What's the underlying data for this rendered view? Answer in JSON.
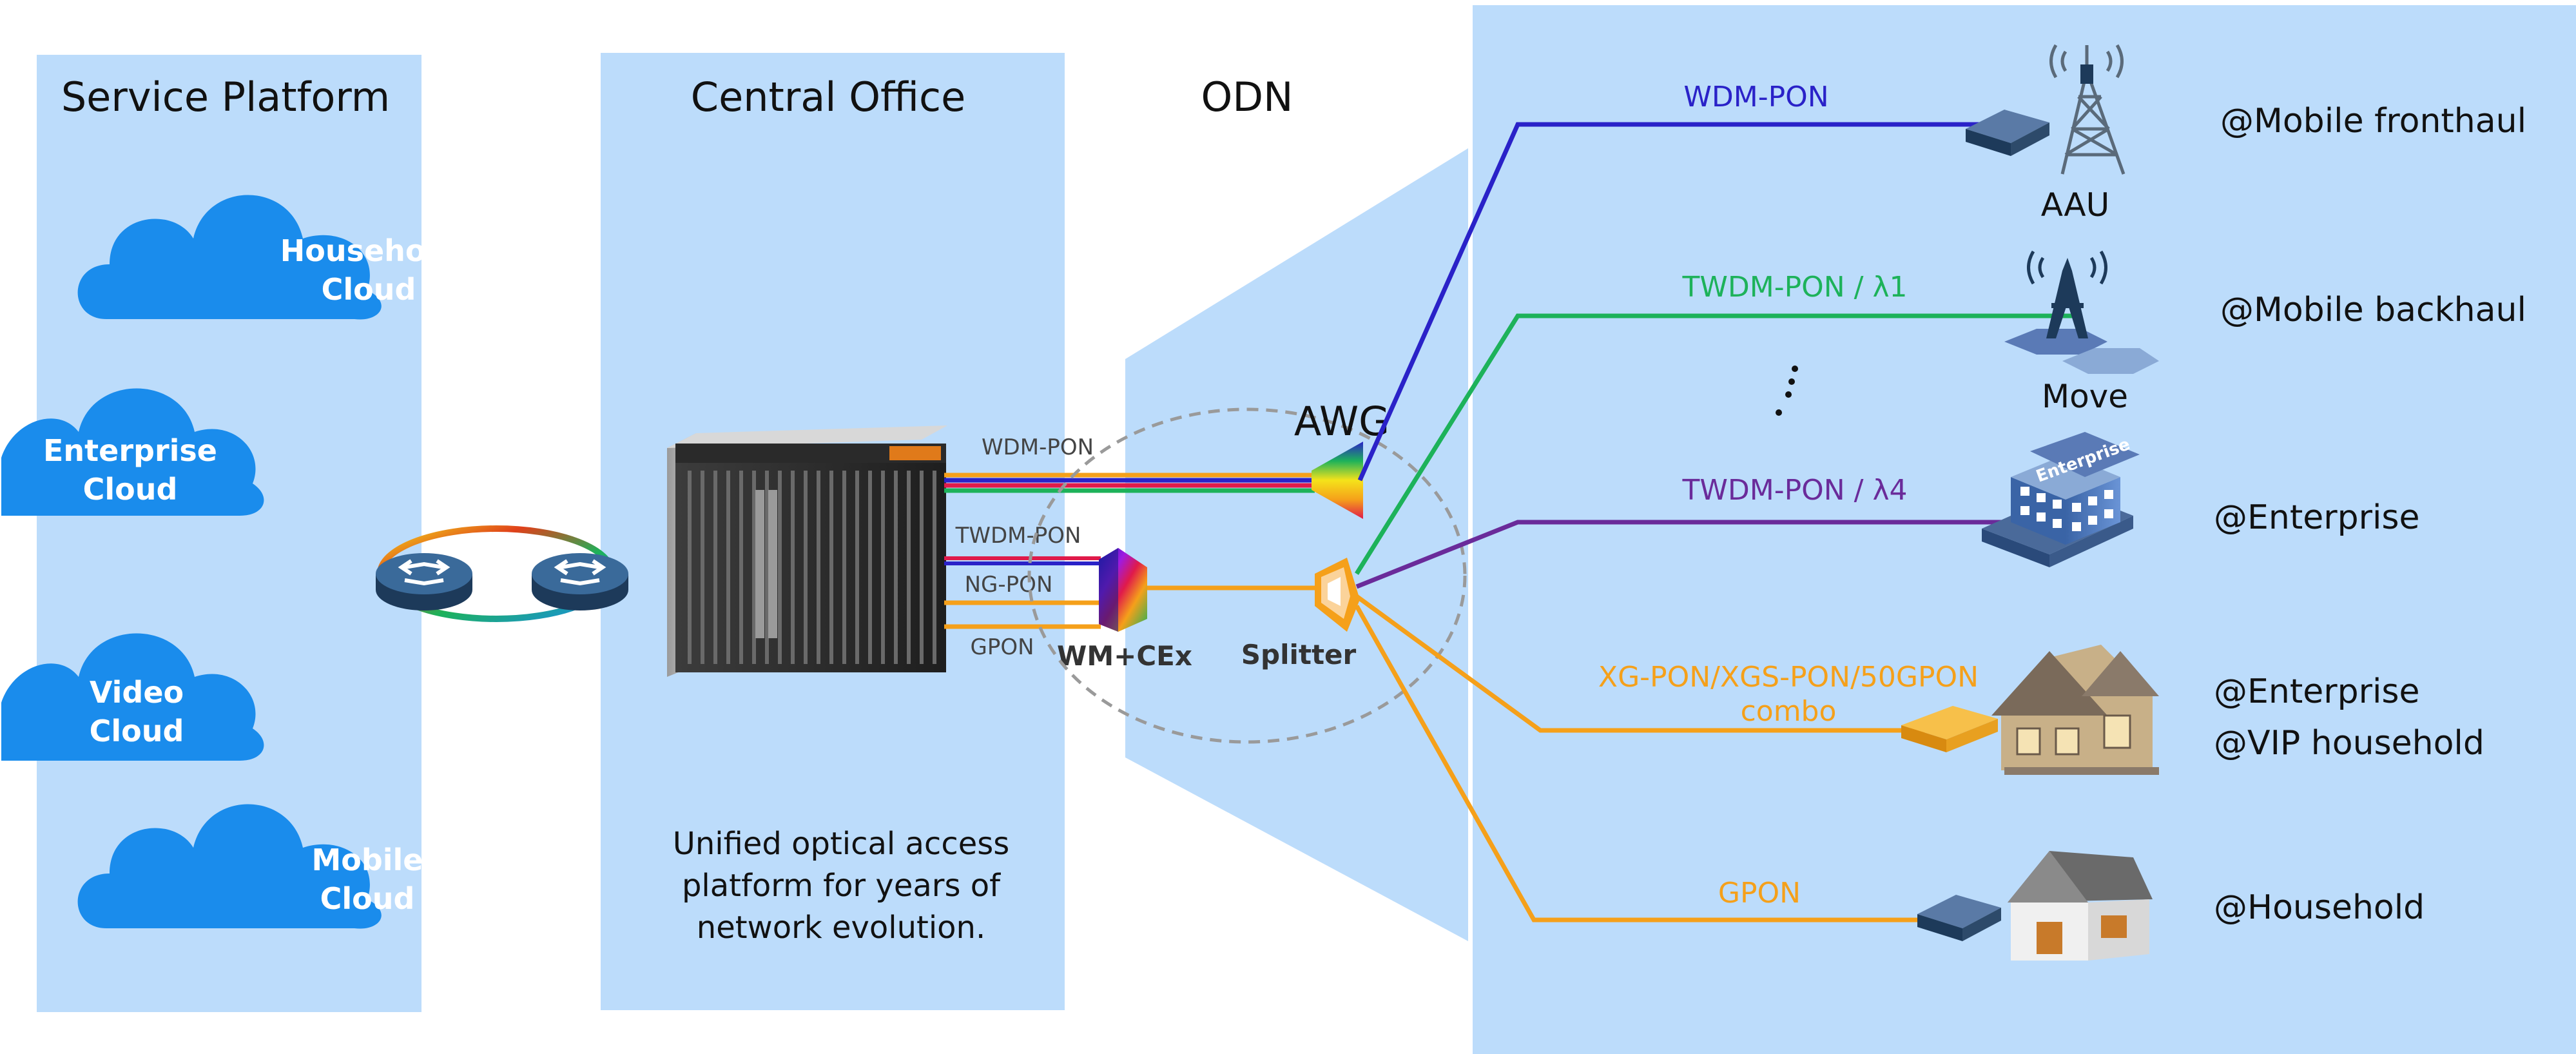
{
  "panels": {
    "service_platform": "Service Platform",
    "central_office": "Central Office",
    "odn": "ODN"
  },
  "clouds": [
    {
      "line1": "Household",
      "line2": "Cloud"
    },
    {
      "line1": "Enterprise",
      "line2": "Cloud"
    },
    {
      "line1": "Video",
      "line2": "Cloud"
    },
    {
      "line1": "Mobile",
      "line2": "Cloud"
    }
  ],
  "olt_ports": {
    "wdm": "WDM-PON",
    "twdm": "TWDM-PON",
    "ng": "NG-PON",
    "gpon": "GPON"
  },
  "odn_components": {
    "awg": "AWG",
    "wm_cex": "WM+CEx",
    "splitter": "Splitter"
  },
  "central_office_desc": [
    "Unified optical access",
    "platform for years of",
    "network evolution."
  ],
  "links": {
    "wdm_pon": "WDM-PON",
    "twdm_1": "TWDM-PON / λ1",
    "twdm_4": "TWDM-PON / λ4",
    "xg_combo_1": "XG-PON/XGS-PON/50GPON",
    "xg_combo_2": "combo",
    "gpon": "GPON"
  },
  "devices": {
    "aau": "AAU",
    "move": "Move",
    "enterprise_sign": "Enterprise"
  },
  "destinations": {
    "mobile_fronthaul": "@Mobile fronthaul",
    "mobile_backhaul": "@Mobile backhaul",
    "enterprise": "@Enterprise",
    "enterprise_vip_1": "@Enterprise",
    "enterprise_vip_2": "@VIP household",
    "household": "@Household"
  },
  "colors": {
    "panel": "#bcdcfb",
    "cloud": "#1a8cec",
    "wdm": "#2a22c8",
    "twdm1": "#1db25a",
    "twdm4": "#6a2b9a",
    "orange": "#f5a01a"
  }
}
